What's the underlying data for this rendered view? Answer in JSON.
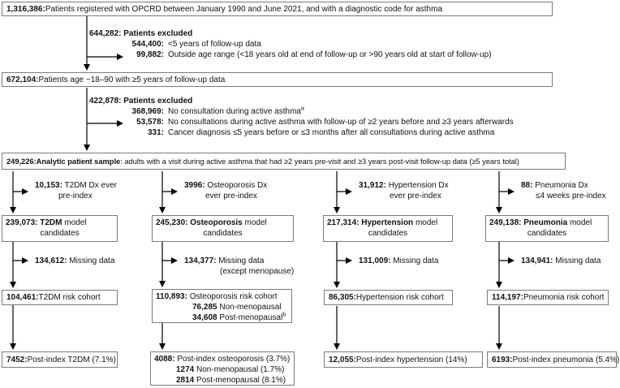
{
  "flow": {
    "box_registered": {
      "number": "1,316,386:",
      "text": " Patients registered with OPCRD between January 1990 and June 2021, and with a diagnostic code for asthma"
    },
    "exclusion1": {
      "header_number": "644,282:",
      "header_text": " Patients excluded",
      "items": [
        {
          "number": "544,400:",
          "text": "<5 years of follow-up data"
        },
        {
          "number": "99,882:",
          "text": "Outside age range (<18 years old at end of follow-up or >90 years old at start of follow-up)"
        }
      ]
    },
    "box_age": {
      "number": "672,104:",
      "text": " Patients age ~18–90 with ≥5 years of follow-up data"
    },
    "exclusion2": {
      "header_number": "422,878:",
      "header_text": " Patients excluded",
      "items": [
        {
          "number": "368,969:",
          "text": "No consultation during active asthma",
          "sup": "a"
        },
        {
          "number": "53,578:",
          "text": "No consultations during active asthma with follow-up of ≥2 years before and ≥3 years afterwards"
        },
        {
          "number": "331:",
          "text": "Cancer diagnosis ≤5 years before or ≤3 months after all consultations during active asthma"
        }
      ]
    },
    "box_analytic": {
      "number": "249,226:",
      "bold_text": " Analytic patient sample",
      "text": ": adults with a visit during active asthma that had ≥2 years pre-visit and ≥3 years post-visit follow-up data (≥5 years total)"
    },
    "columns": [
      {
        "branch": {
          "number": "10,153:",
          "line1": " T2DM Dx ever",
          "line2": "pre-index"
        },
        "model": {
          "number": "239,073:",
          "name": " T2DM",
          "suffix": " model",
          "line2": "candidates"
        },
        "missing": {
          "number": "134,612:",
          "text": " Missing data"
        },
        "risk": {
          "number": "104,461:",
          "text": " T2DM risk cohort"
        },
        "final": {
          "number": "7452:",
          "text": " Post-index T2DM (7.1%)"
        }
      },
      {
        "branch": {
          "number": "3996:",
          "line1": " Osteoporosis Dx",
          "line2": "ever pre-index"
        },
        "model": {
          "number": "245,230:",
          "name": " Osteoporosis",
          "suffix": " model",
          "line2": "candidates"
        },
        "missing": {
          "number": "134,377:",
          "text": " Missing data",
          "line2": "(except menopause)"
        },
        "risk": {
          "number": "110,893:",
          "text": " Osteoporosis risk cohort",
          "sub1_number": "76,285",
          "sub1_text": " Non-menopausal",
          "sub2_number": "34,608",
          "sub2_text": " Post-menopausal",
          "sub2_sup": "b"
        },
        "final": {
          "number": "4088:",
          "text": " Post-index osteoporosis (3.7%)",
          "sub1_number": "1274",
          "sub1_text": " Non-menopausal (1.7%)",
          "sub2_number": "2814",
          "sub2_text": " Post-menopausal (8.1%)"
        }
      },
      {
        "branch": {
          "number": "31,912:",
          "line1": " Hypertension Dx",
          "line2": "ever pre-index"
        },
        "model": {
          "number": "217,314:",
          "name": " Hypertension",
          "suffix": " model",
          "line2": "candidates"
        },
        "missing": {
          "number": "131,009:",
          "text": " Missing data"
        },
        "risk": {
          "number": "86,305:",
          "text": " Hypertension risk cohort"
        },
        "final": {
          "number": "12,055:",
          "text": " Post-index hypertension (14%)"
        }
      },
      {
        "branch": {
          "number": "88:",
          "line1": " Pneumonia Dx",
          "line2": "≤4 weeks pre-index"
        },
        "model": {
          "number": "249,138:",
          "name": " Pneumonia",
          "suffix": " model",
          "line2": "candidates"
        },
        "missing": {
          "number": "134,941:",
          "text": " Missing data"
        },
        "risk": {
          "number": "114,197:",
          "text": " Pneumonia risk cohort"
        },
        "final": {
          "number": "6193:",
          "text": " Post-index pneumonia (5.4%)"
        }
      }
    ]
  }
}
